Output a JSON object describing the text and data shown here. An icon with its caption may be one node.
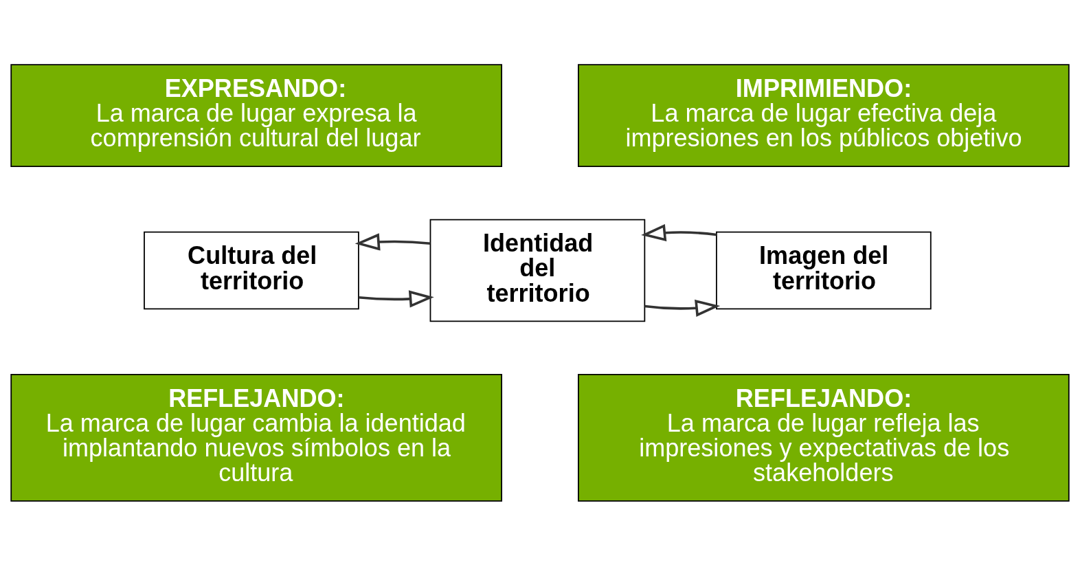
{
  "diagram": {
    "nodes": [
      {
        "text": [
          "EXPRESANDO:",
          "La marca de lugar expresa la comprensión cultural del lugar"
        ]
      },
      {
        "text": [
          "IMPRIMIENDO:",
          "La marca de lugar efectiva deja impresiones en los públicos objetivo"
        ]
      },
      {
        "text": [
          "Cultura del territorio"
        ]
      },
      {
        "text": [
          "Identidad del territorio"
        ]
      },
      {
        "text": [
          "Imagen del territorio"
        ]
      },
      {
        "text": [
          "REFLEJANDO:",
          "La marca de lugar cambia la identidad implantando nuevos símbolos en la cultura"
        ]
      },
      {
        "text": [
          "REFLEJANDO:",
          "La marca de lugar refleja las impresiones y expectativas de los stakeholders"
        ]
      }
    ],
    "edges": [
      {
        "from": 2,
        "to": 3,
        "arrow": "to"
      },
      {
        "from": 3,
        "to": 2,
        "arrow": "to"
      },
      {
        "from": 3,
        "to": 4,
        "arrow": "to"
      },
      {
        "from": 4,
        "to": 3,
        "arrow": "to"
      }
    ]
  }
}
